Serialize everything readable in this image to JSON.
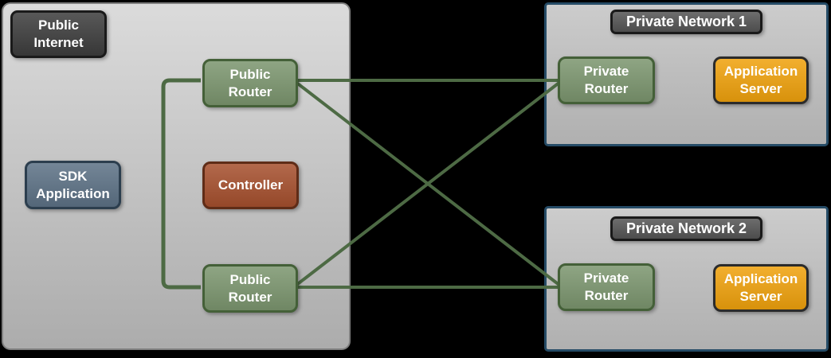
{
  "public_internet": {
    "label": "Public\nInternet",
    "sdk_application": "SDK\nApplication",
    "controller": "Controller",
    "public_router_top": "Public\nRouter",
    "public_router_bottom": "Public\nRouter"
  },
  "private_network_1": {
    "label": "Private Network 1",
    "private_router": "Private\nRouter",
    "application_server": "Application\nServer"
  },
  "private_network_2": {
    "label": "Private Network 2",
    "private_router": "Private\nRouter",
    "application_server": "Application\nServer"
  },
  "colors": {
    "link_line": "#4d6a44",
    "router_fill": "#7c966f",
    "router_border": "#446038",
    "controller_fill": "#a6502e",
    "controller_border": "#5f2c17",
    "sdk_fill": "#5d7286",
    "sdk_border": "#2c3e4e",
    "server_fill": "#f0a20d",
    "server_border": "#2b2b2b",
    "badge_fill": "#3d3d3d",
    "net_badge_fill": "#555555",
    "badge_border": "#1a1a1a",
    "zone_border": "#7f7f7f",
    "private_zone_border": "#254b66",
    "label_text": "#ffffff"
  }
}
